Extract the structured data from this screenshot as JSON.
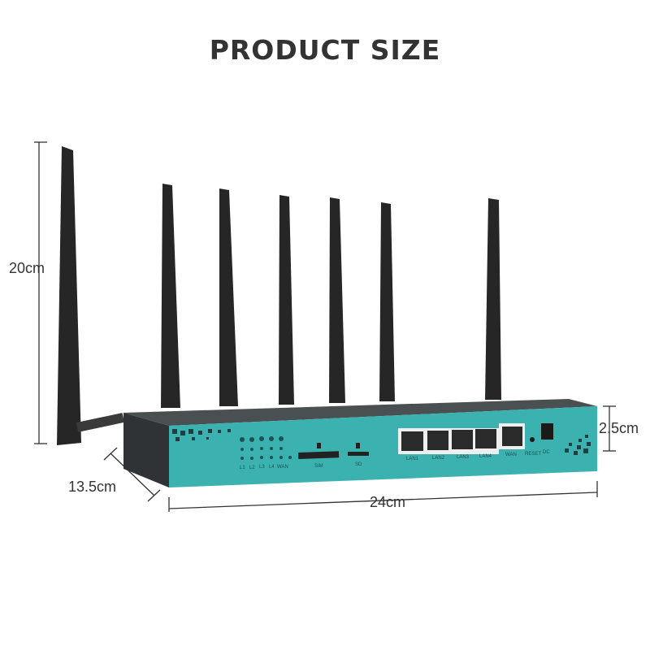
{
  "title": "PRODUCT SIZE",
  "dimensions": {
    "height": "20cm",
    "thickness": "2.5cm",
    "depth": "13.5cm",
    "width": "24cm"
  },
  "panel_labels": {
    "leds": [
      "L1",
      "L2",
      "L3",
      "L4",
      "WAN"
    ],
    "sim": "SIM",
    "sd": "SD",
    "lan": [
      "LAN1",
      "LAN2",
      "LAN3",
      "LAN4"
    ],
    "wan": "WAN",
    "reset": "RESET",
    "dc": "DC"
  },
  "colors": {
    "body": "#3bb2b0",
    "antenna": "#262626",
    "top": "#4a4f52"
  }
}
